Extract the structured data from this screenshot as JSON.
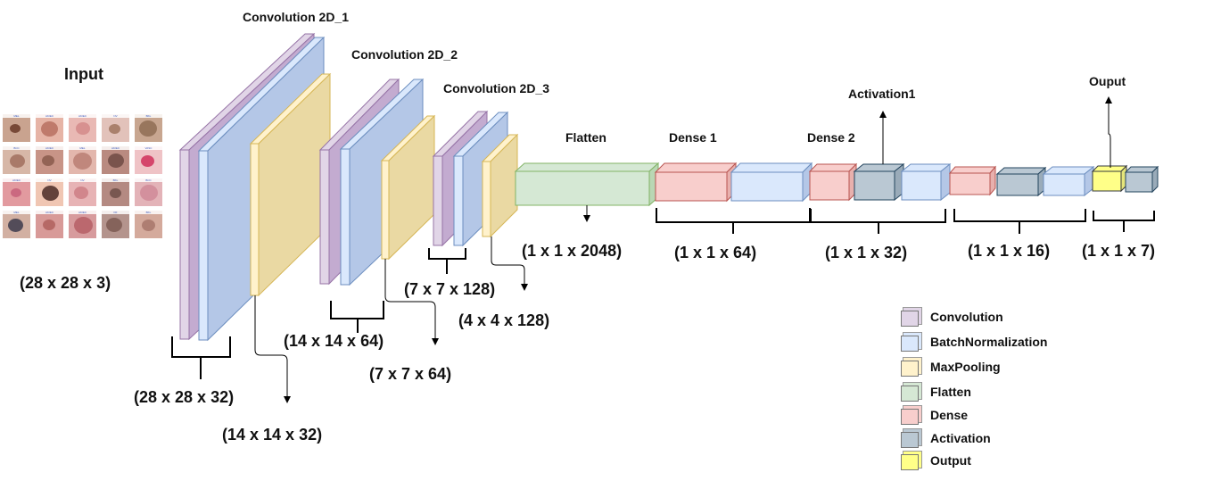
{
  "input": {
    "title": "Input",
    "dims": "(28 x 28 x 3)",
    "thumbnails": [
      {
        "tag": "MEL",
        "bg": "#c9a38f",
        "spot": "#6a3a28"
      },
      {
        "tag": "AKIEC",
        "bg": "#e6b4a6",
        "spot": "#b77060"
      },
      {
        "tag": "AKIEC",
        "bg": "#e9b9b4",
        "spot": "#d48a8a"
      },
      {
        "tag": "NV",
        "bg": "#e2c2ba",
        "spot": "#a0765f"
      },
      {
        "tag": "BKL",
        "bg": "#c8a690",
        "spot": "#8f6d55"
      },
      {
        "tag": "BCC",
        "bg": "#d7b7a7",
        "spot": "#a1705e"
      },
      {
        "tag": "AKIEC",
        "bg": "#c89487",
        "spot": "#8a5a4c"
      },
      {
        "tag": "MEL",
        "bg": "#e3b7ad",
        "spot": "#ba7f73"
      },
      {
        "tag": "AKIEC",
        "bg": "#b98a80",
        "spot": "#6e4a44"
      },
      {
        "tag": "VASC",
        "bg": "#efc3c6",
        "spot": "#d0305a"
      },
      {
        "tag": "AKIEC",
        "bg": "#e29a9f",
        "spot": "#c7607a"
      },
      {
        "tag": "NV",
        "bg": "#f0c6b3",
        "spot": "#4a2a26"
      },
      {
        "tag": "NV",
        "bg": "#e7b3b5",
        "spot": "#cc7e85"
      },
      {
        "tag": "BKL",
        "bg": "#b48a82",
        "spot": "#6d4d48"
      },
      {
        "tag": "BCC",
        "bg": "#e3b3b8",
        "spot": "#d08a98"
      },
      {
        "tag": "MEL",
        "bg": "#d2b0a2",
        "spot": "#3d3b4c"
      },
      {
        "tag": "AKIEC",
        "bg": "#d89a98",
        "spot": "#b0605d"
      },
      {
        "tag": "AKIEC",
        "bg": "#d79b9d",
        "spot": "#b65f66"
      },
      {
        "tag": "DF",
        "bg": "#b4948d",
        "spot": "#7c5b52"
      },
      {
        "tag": "BKL",
        "bg": "#d4aa9c",
        "spot": "#a7776b"
      }
    ]
  },
  "layers": {
    "conv1": "Convolution 2D_1",
    "conv2": "Convolution 2D_2",
    "conv3": "Convolution 2D_3",
    "flatten": "Flatten",
    "dense1": "Dense 1",
    "dense2": "Dense 2",
    "activation1": "Activation1",
    "output": "Ouput"
  },
  "dims": {
    "conv1": "(28 x 28 x 32)",
    "pool1": "(14 x 14 x 32)",
    "conv2": "(14 x 14 x 64)",
    "pool2": "(7 x 7 x 64)",
    "conv3": "(7 x 7 x 128)",
    "pool3": "(4 x 4 x 128)",
    "flatten": "(1 x 1 x 2048)",
    "dense64": "(1 x 1 x 64)",
    "dense32": "(1 x 1 x 32)",
    "dense16": "(1 x 1 x 16)",
    "out7": "(1 x 1 x 7)"
  },
  "legend": [
    {
      "label": "Convolution",
      "color": "#e1d5e7"
    },
    {
      "label": "BatchNormalization",
      "color": "#dae8fc"
    },
    {
      "label": "MaxPooling",
      "color": "#fff2cc"
    },
    {
      "label": "Flatten",
      "color": "#d5e8d4"
    },
    {
      "label": "Dense",
      "color": "#f8cecc"
    },
    {
      "label": "Activation",
      "color": "#bac8d3"
    },
    {
      "label": "Output",
      "color": "#ffff88"
    }
  ],
  "colors": {
    "conv": "#e1d5e7",
    "conv_side": "#c3abd0",
    "conv_stroke": "#9673a6",
    "bn": "#dae8fc",
    "bn_side": "#b4c7e7",
    "bn_stroke": "#6c8ebf",
    "pool": "#fff2cc",
    "pool_side": "#ead9a3",
    "pool_stroke": "#d6b656",
    "flatten": "#d5e8d4",
    "flatten_side": "#b9d7b4",
    "flatten_stroke": "#82b366",
    "dense": "#f8cecc",
    "dense_side": "#e8b0ad",
    "dense_stroke": "#b85450",
    "act": "#bac8d3",
    "act_side": "#9aabb9",
    "act_stroke": "#23445d",
    "out": "#ffff88",
    "out_side": "#e5e57a",
    "out_stroke": "#36393d"
  }
}
